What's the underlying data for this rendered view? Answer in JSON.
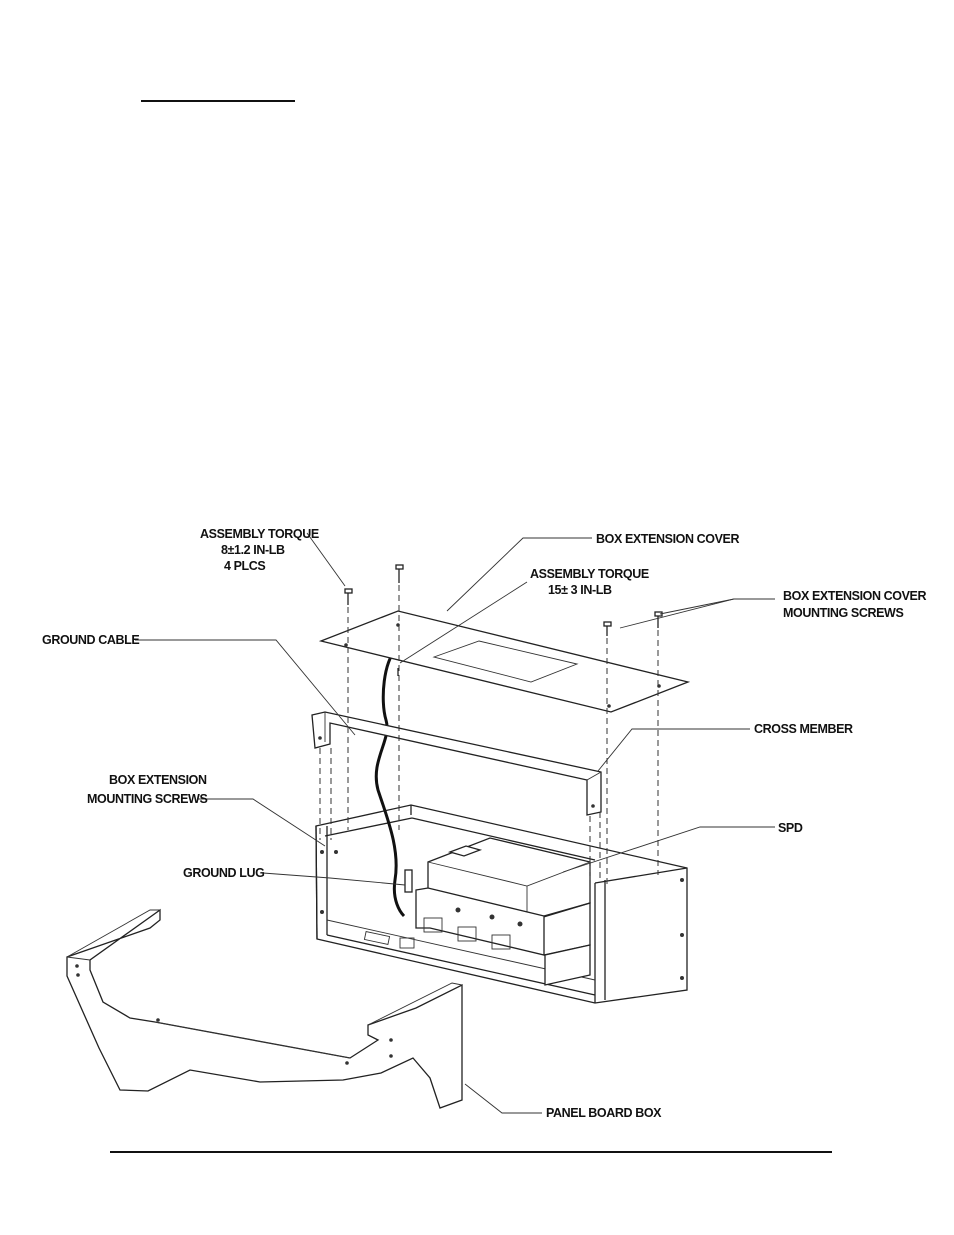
{
  "labels": {
    "assembly_torque_screws": [
      "ASSEMBLY TORQUE",
      "8±1.2 IN-LB",
      "4 PLCS"
    ],
    "box_extension_cover": "BOX EXTENSION COVER",
    "assembly_torque_ground": [
      "ASSEMBLY TORQUE",
      "15± 3 IN-LB"
    ],
    "box_extension_cover_mounting_screws": [
      "BOX EXTENSION COVER",
      "MOUNTING SCREWS"
    ],
    "ground_cable": "GROUND CABLE",
    "cross_member": "CROSS MEMBER",
    "box_extension_mounting_screws": [
      "BOX EXTENSION",
      "MOUNTING SCREWS"
    ],
    "spd": "SPD",
    "ground_lug": "GROUND LUG",
    "panel_board_box": "PANEL BOARD BOX"
  }
}
